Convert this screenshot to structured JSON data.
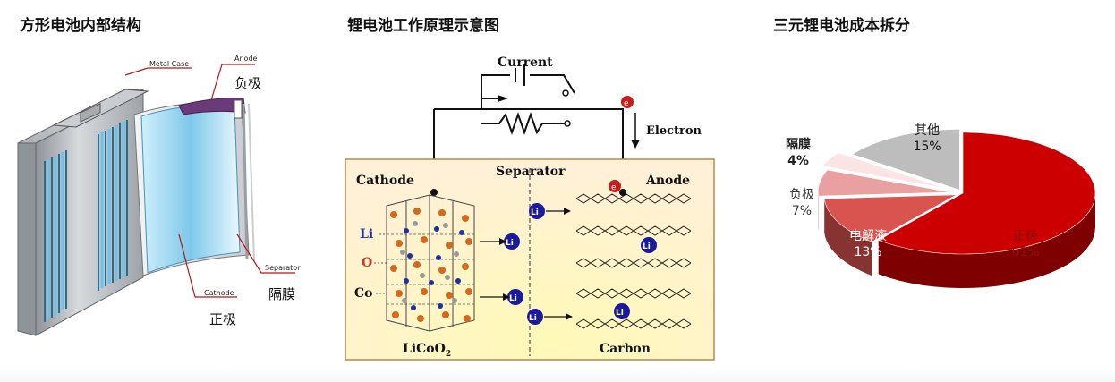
{
  "panel1": {
    "title": "方形电池内部结构",
    "labels": {
      "metal_case": "Metal Case",
      "anode": "Anode",
      "anode_cn": "负极",
      "separator": "Separator",
      "separator_cn": "隔膜",
      "cathode": "Cathode",
      "cathode_cn": "正极"
    }
  },
  "panel2": {
    "title": "锂电池工作原理示意图",
    "labels": {
      "current": "Current",
      "electron": "Electron",
      "cathode": "Cathode",
      "separator": "Separator",
      "anode": "Anode",
      "li": "Li",
      "o": "O",
      "co": "Co",
      "licoo2": "LiCoO",
      "licoo2_sub": "2",
      "carbon": "Carbon",
      "e_sym": "e",
      "li_ion": "Li",
      "plus": "+",
      "minus": "-"
    }
  },
  "panel3": {
    "title": "三元锂电池成本拆分",
    "chart_data": {
      "type": "pie",
      "title": "三元锂电池成本拆分",
      "categories": [
        "正极",
        "电解液",
        "负极",
        "隔膜",
        "其他"
      ],
      "values": [
        61,
        13,
        7,
        4,
        15
      ],
      "value_labels": [
        "61%",
        "13%",
        "7%",
        "4%",
        "15%"
      ],
      "colors": [
        "#cc0000",
        "#d9534f",
        "#e8a0a0",
        "#fbe4e4",
        "#bdbdbd"
      ],
      "style": "3d"
    }
  }
}
